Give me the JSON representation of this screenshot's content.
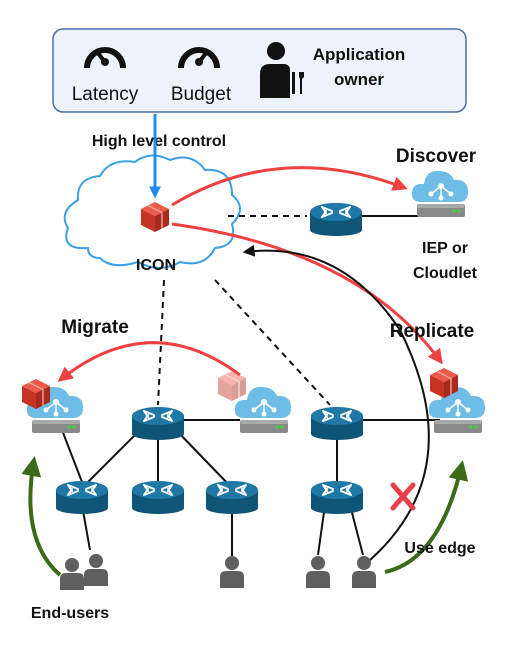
{
  "control_panel": {
    "latency_label": "Latency",
    "budget_label": "Budget",
    "owner_label_line1": "Application",
    "owner_label_line2": "owner"
  },
  "labels": {
    "high_level_control": "High level control",
    "icon": "ICON",
    "discover": "Discover",
    "iep_line1": "IEP or",
    "iep_line2": "Cloudlet",
    "migrate": "Migrate",
    "replicate": "Replicate",
    "use_edge": "Use edge",
    "end_users": "End-users"
  },
  "colors": {
    "panel_fill": "#eef3fb",
    "panel_stroke": "#4a6fa5",
    "control_arrow": "#1e8ff0",
    "red_arrow": "#f04040",
    "green_arrow": "#3a6a1a",
    "router": "#1a6a94",
    "cube": "#d93a2b",
    "cloud_outline": "#3aa0e8",
    "server_cloud": "#5ab2e0",
    "person": "#5f5f5f",
    "blocked_x": "#e8404a"
  },
  "icons": [
    "speedometer-icon",
    "person-with-tools-icon",
    "cloud-icon",
    "cube-icon",
    "router-icon",
    "edge-server-icon",
    "person-icon",
    "blocked-x-icon"
  ]
}
